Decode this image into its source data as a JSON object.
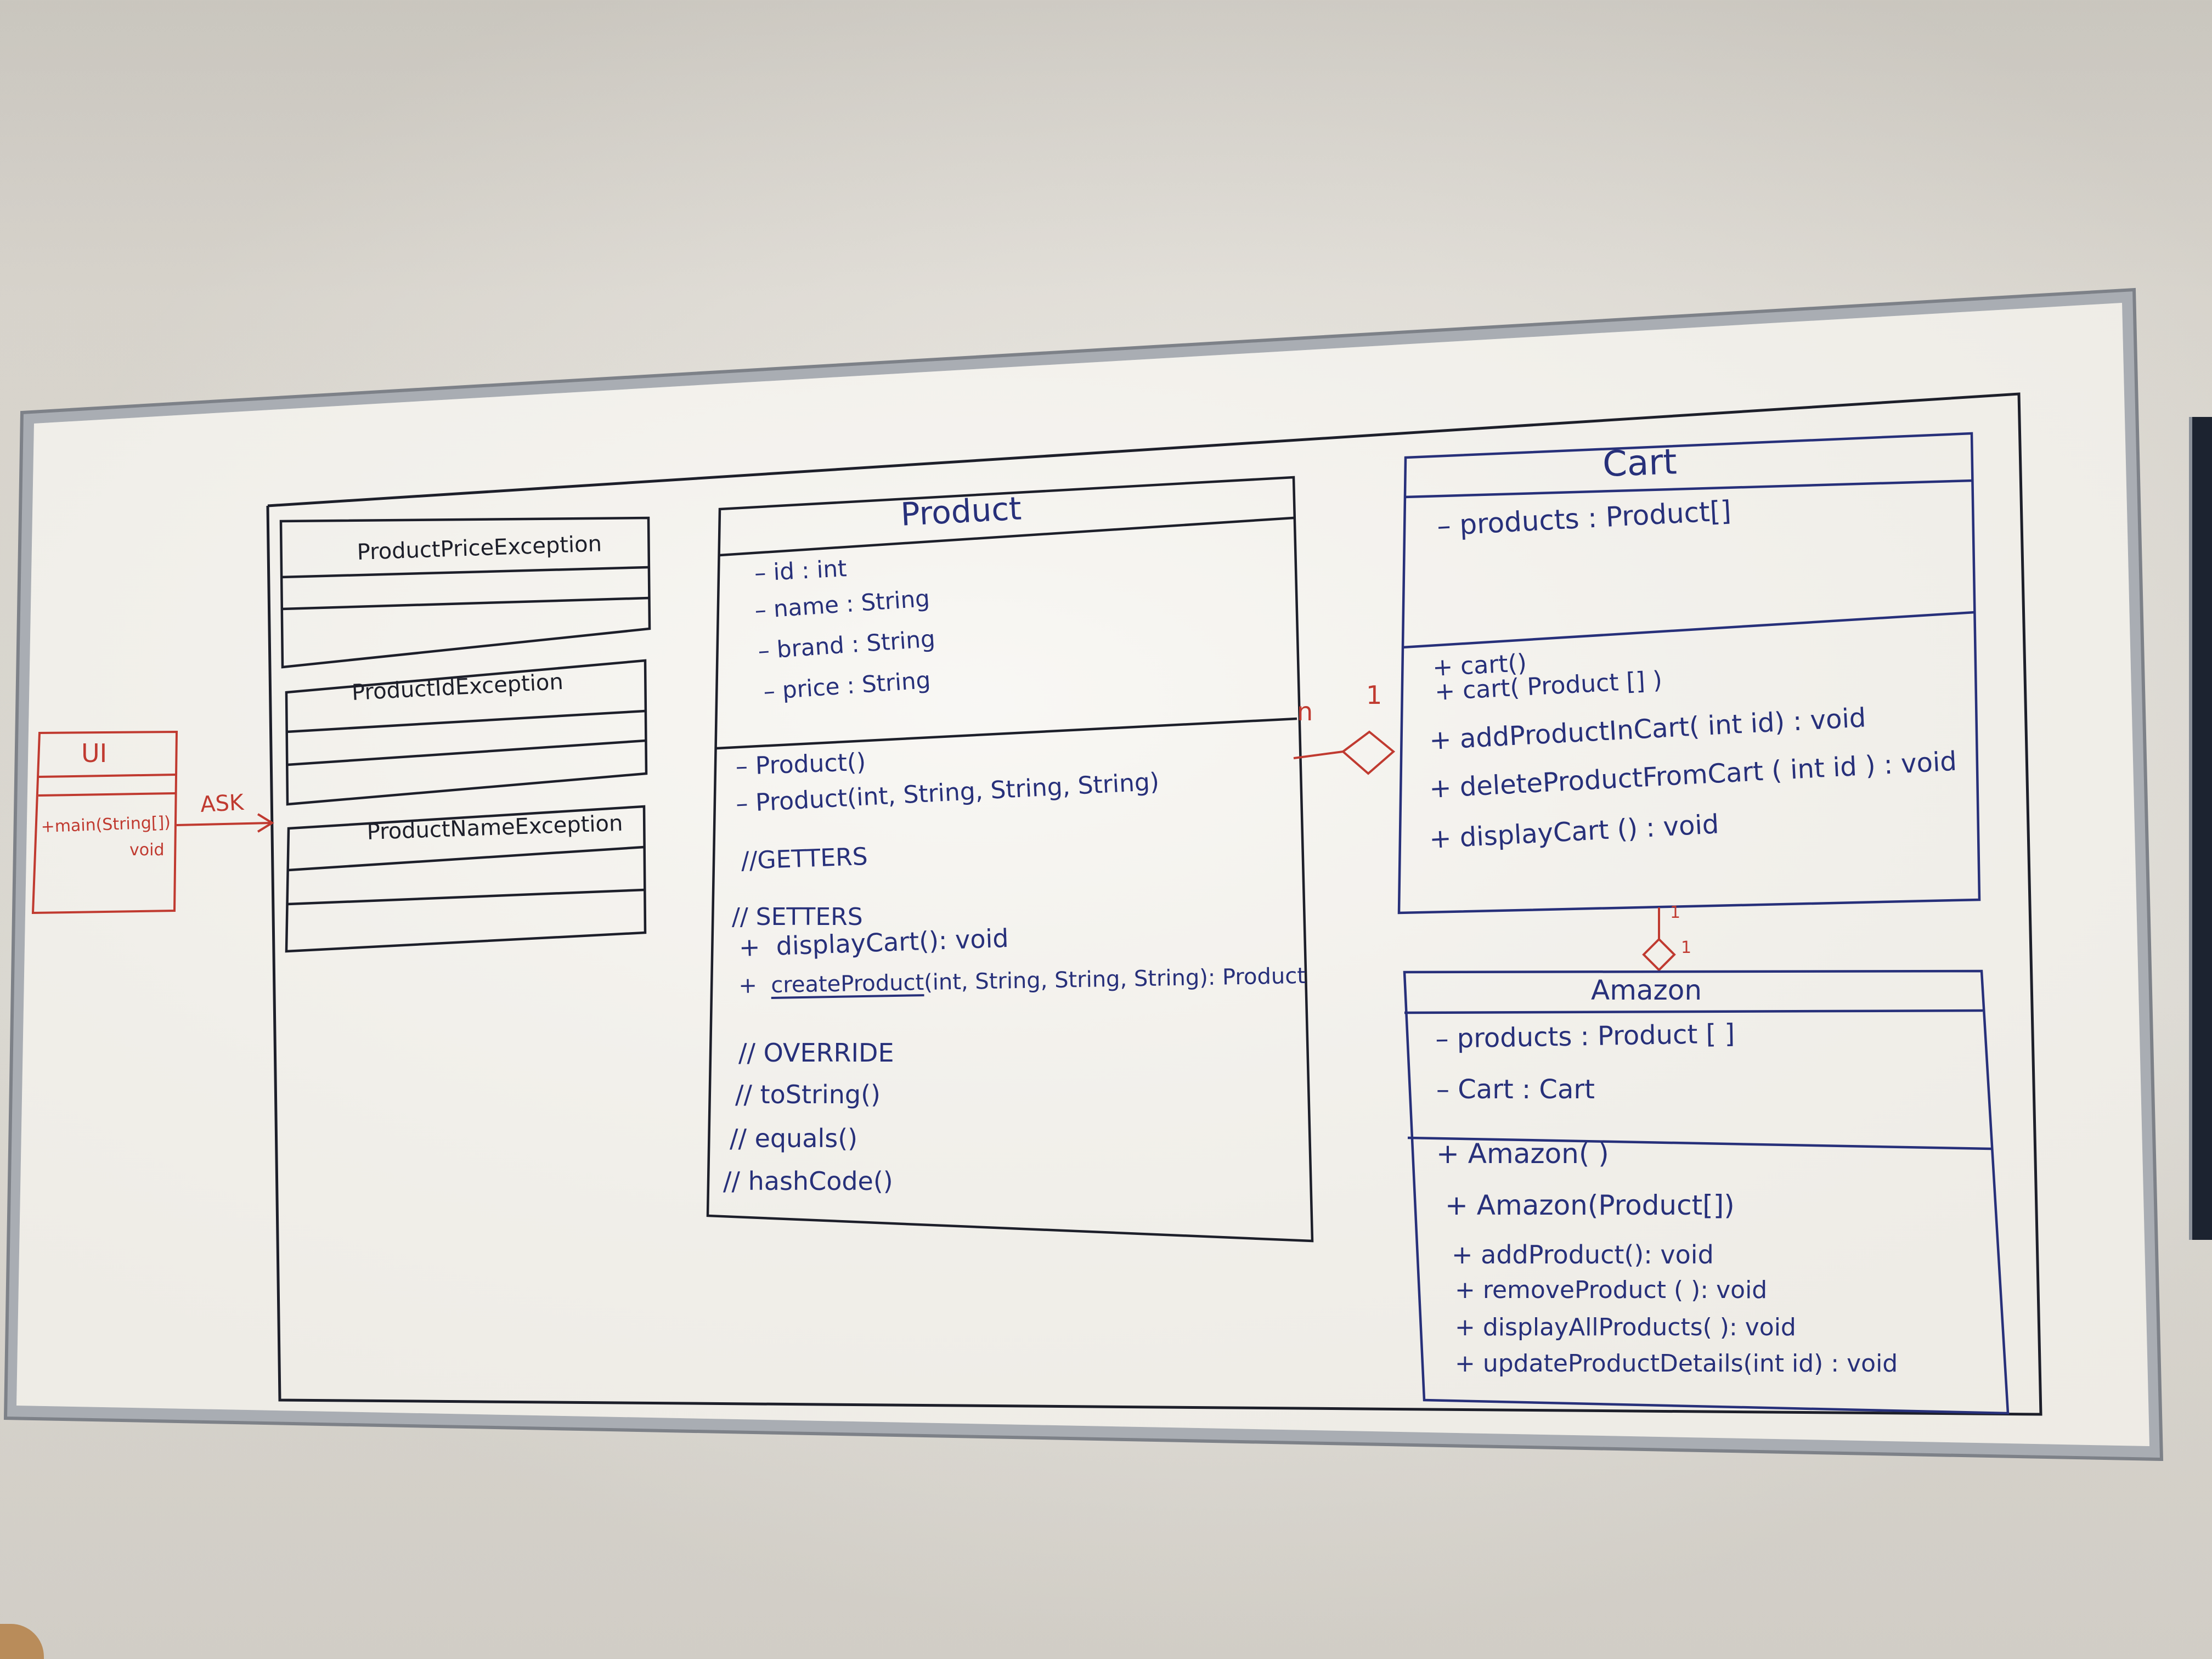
{
  "ui_box": {
    "title": "UI",
    "method_line1": "+main(String[])",
    "method_line2": "void",
    "arrow_label": "ASK"
  },
  "exceptions": [
    {
      "name": "ProductPriceException"
    },
    {
      "name": "ProductIdException"
    },
    {
      "name": "ProductNameException"
    }
  ],
  "product": {
    "title": "Product",
    "attributes": [
      "–  id  : int",
      "–  name : String",
      "–  brand : String",
      "–  price : String"
    ],
    "methods": [
      "–  Product()",
      "–  Product(int, String, String, String)"
    ],
    "getters": "//GETTERS",
    "setters": "// SETTERS",
    "extra": [
      {
        "sign": "+",
        "name": "displayCart",
        "rest": "(): void",
        "underline": false
      },
      {
        "sign": "+",
        "name": "createProduct",
        "rest": "(int, String, String, String): Product",
        "underline": true
      }
    ],
    "override": [
      "// OVERRIDE",
      "//  toString()",
      "//  equals()",
      "//  hashCode()"
    ]
  },
  "association": {
    "left_mult": "n",
    "right_mult": "1"
  },
  "cart": {
    "title": "Cart",
    "attributes": [
      "–   products : Product[]"
    ],
    "methods": [
      "+ cart()",
      "+ cart( Product [] )",
      "+ addProductInCart( int id) : void",
      "+ deleteProductFromCart ( int id ) : void",
      "+  displayCart () : void"
    ]
  },
  "cart_amazon": {
    "top_mult": "1",
    "bottom_mult": "1"
  },
  "amazon": {
    "title": "Amazon",
    "attributes": [
      "– products : Product [ ]",
      "–  Cart  : Cart"
    ],
    "methods": [
      "+ Amazon( )",
      "+ Amazon(Product[])",
      "+ addProduct(): void",
      "+ removeProduct ( ): void",
      "+ displayAllProducts( ): void",
      "+ updateProductDetails(int id) : void"
    ]
  },
  "colors": {
    "board": "#f4f2ec",
    "frame": "#b8bcc2",
    "ink_blue": "#27307a",
    "ink_black": "#1d1f2a",
    "ink_red": "#c03a30"
  }
}
